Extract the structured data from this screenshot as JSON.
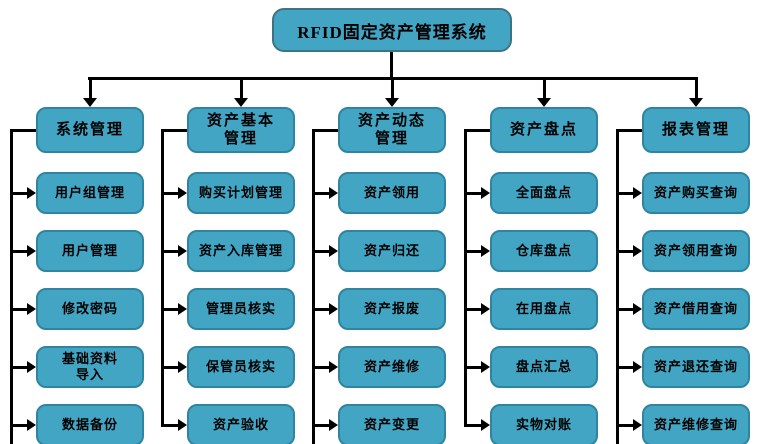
{
  "diagram": {
    "root": "RFID固定资产管理系统",
    "columns": [
      {
        "header": "系统管理",
        "items": [
          "用户组管理",
          "用户管理",
          "修改密码",
          "基础资料\n导入",
          "数据备份"
        ]
      },
      {
        "header": "资产基本\n管理",
        "items": [
          "购买计划管理",
          "资产入库管理",
          "管理员核实",
          "保管员核实",
          "资产验收"
        ]
      },
      {
        "header": "资产动态\n管理",
        "items": [
          "资产领用",
          "资产归还",
          "资产报废",
          "资产维修",
          "资产变更"
        ]
      },
      {
        "header": "资产盘点",
        "items": [
          "全面盘点",
          "仓库盘点",
          "在用盘点",
          "盘点汇总",
          "实物对账"
        ]
      },
      {
        "header": "报表管理",
        "items": [
          "资产购买查询",
          "资产领用查询",
          "资产借用查询",
          "资产退还查询",
          "资产维修查询"
        ]
      }
    ],
    "colors": {
      "node_fill": "#42A5C3",
      "node_border": "#2F85A0",
      "root_border": "#3E7384",
      "connector": "#000000",
      "background": "#FFFFFF"
    }
  }
}
